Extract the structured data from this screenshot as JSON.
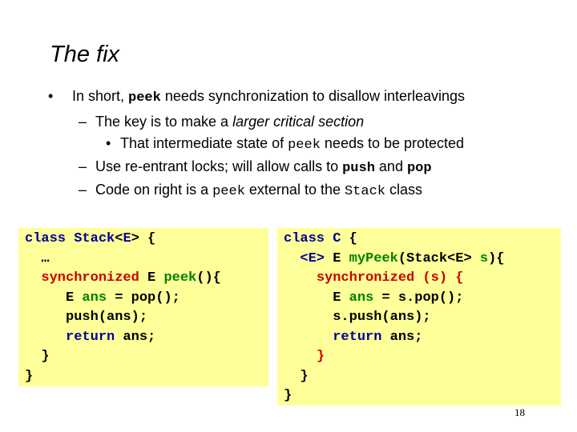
{
  "slide": {
    "title": "The fix",
    "page_number": "18"
  },
  "bullets": {
    "b1_bullet": "•",
    "b1_pre": "In short, ",
    "b1_code": "peek",
    "b1_post": " needs synchronization to disallow interleavings",
    "b2_dash": "–",
    "b2_pre": "The key is to make a ",
    "b2_em": "larger critical section",
    "b3_bullet": "•",
    "b3_pre": "That intermediate state of ",
    "b3_code": "peek",
    "b3_post": " needs to be protected",
    "b4_dash": "–",
    "b4_pre": "Use re-entrant locks; will allow calls to ",
    "b4_code1": "push",
    "b4_mid": " and ",
    "b4_code2": "pop",
    "b5_dash": "–",
    "b5_pre": "Code on right is a ",
    "b5_code1": "peek",
    "b5_mid": " external to the ",
    "b5_code2": "Stack",
    "b5_post": " class"
  },
  "code_left": {
    "l1_class": "class",
    "l1_sp": " ",
    "l1_name": "Stack",
    "l1_lt": "<",
    "l1_e": "E",
    "l1_gt": ">",
    "l1_brace": " {",
    "l2": "  …",
    "l3_indent": "  ",
    "l3_sync": "synchronized",
    "l3_type": " E ",
    "l3_method": "peek",
    "l3_rest": "(){",
    "l4_indent": "     ",
    "l4_type": "E ",
    "l4_var": "ans",
    "l4_rest": " = pop();",
    "l5": "     push(ans);",
    "l6_indent": "     ",
    "l6_ret": "return",
    "l6_rest": " ans;",
    "l7": "  }",
    "l8": "}"
  },
  "code_right": {
    "l1_class": "class",
    "l1_sp": " ",
    "l1_name": "C",
    "l1_brace": " {",
    "l2_indent": "  ",
    "l2_tparam": "<E>",
    "l2_type": " E ",
    "l2_method": "myPeek",
    "l2_params1": "(Stack<E> ",
    "l2_s": "s",
    "l2_params2": "){",
    "l3_indent": "    ",
    "l3_sync": "synchronized (s) {",
    "l4_indent": "      ",
    "l4_type": "E ",
    "l4_var": "ans",
    "l4_rest": " = s.pop();",
    "l5": "      s.push(ans);",
    "l6_indent": "      ",
    "l6_ret": "return",
    "l6_rest": " ans;",
    "l7_indent": "    ",
    "l7_brace": "}",
    "l8": "  }",
    "l9": "}"
  }
}
